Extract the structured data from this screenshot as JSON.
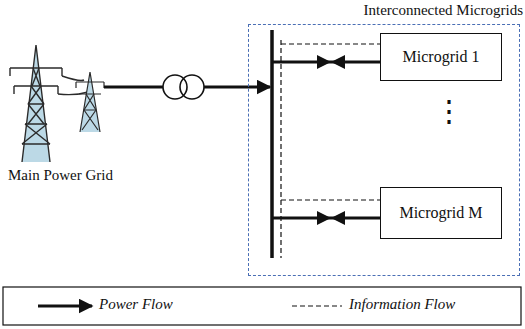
{
  "diagram": {
    "nodes": [
      {
        "text": [
          "Interconnected Microgrids"
        ]
      },
      {
        "text": [
          "Microgrid 1"
        ],
        "in": 0
      },
      {
        "text": [
          "Microgrid M"
        ],
        "in": 0
      }
    ],
    "labels": [
      "Main Power Grid",
      "⋮"
    ],
    "legend": [
      {
        "text": "Power Flow"
      },
      {
        "text": "Information Flow"
      }
    ]
  }
}
